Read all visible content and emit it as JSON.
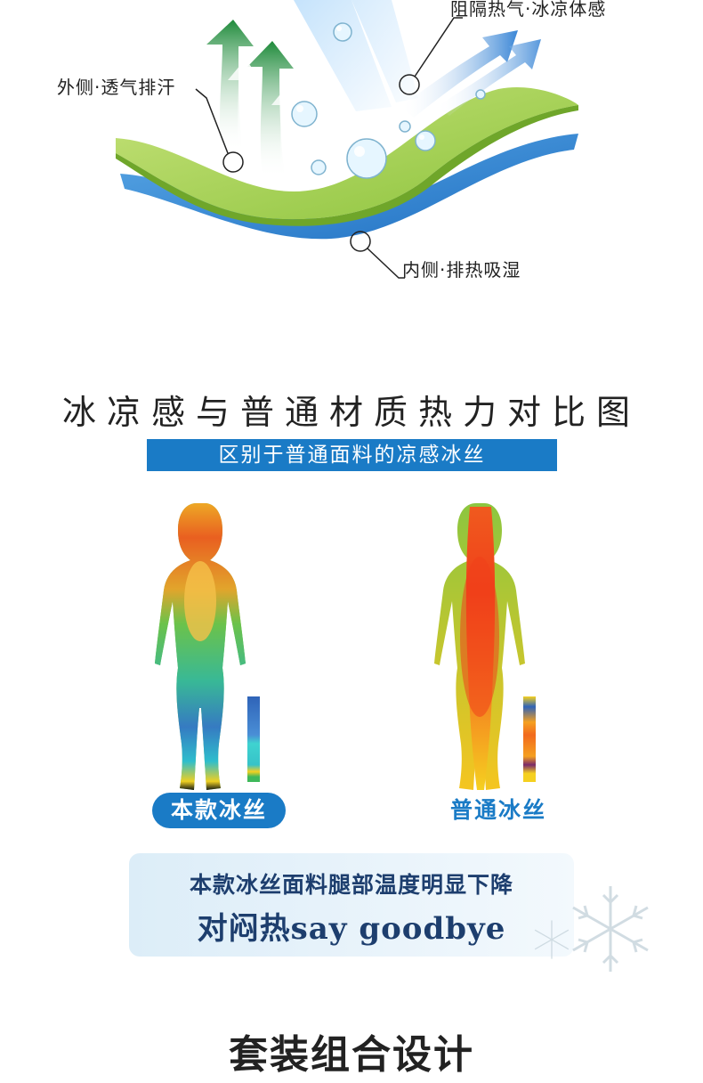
{
  "fabric_diagram": {
    "callout_top_right": "阻隔热气·冰凉体感",
    "callout_left": "外侧·透气排汗",
    "callout_bottom": "内侧·排热吸湿"
  },
  "comparison": {
    "title": "冰凉感与普通材质热力对比图",
    "banner": "区别于普通面料的凉感冰丝",
    "left_label": "本款冰丝",
    "right_label": "普通冰丝"
  },
  "info_box": {
    "line1": "本款冰丝面料腿部温度明显下降",
    "line2": "对闷热say goodbye"
  },
  "section_title": "套装组合设计",
  "colors": {
    "accent_blue": "#1a7bc6",
    "text_navy": "#1d3e6e"
  }
}
